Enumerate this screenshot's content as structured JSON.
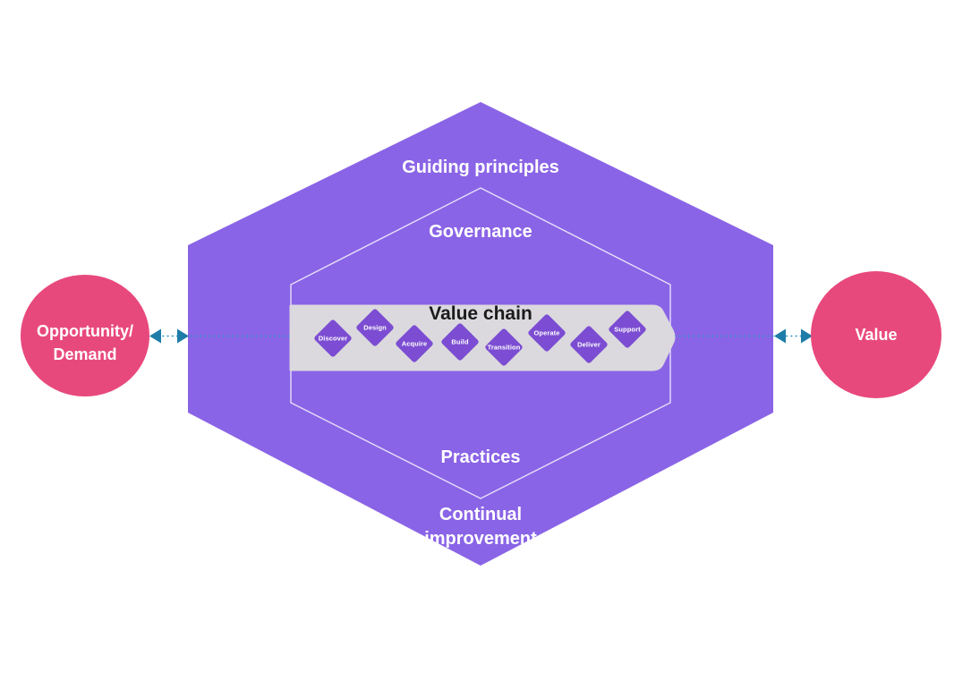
{
  "colors": {
    "hexagon": "#8a64e6",
    "inner_outline": "rgba(255,255,255,0.8)",
    "band": "#dbd9de",
    "diamond": "#7c4dd2",
    "circle": "#e8497d",
    "connector": "#1e7ca8",
    "connector_dots": "#2b93c9",
    "title_dark": "#1b1b1b",
    "text_light": "#ffffff"
  },
  "rings": {
    "guiding_principles": "Guiding principles",
    "governance": "Governance",
    "practices": "Practices",
    "continual_improvement": "Continual improvement"
  },
  "value_chain": {
    "title": "Value chain",
    "stages": [
      "Discover",
      "Design",
      "Acquire",
      "Build",
      "Transition",
      "Operate",
      "Deliver",
      "Support"
    ]
  },
  "left_circle": {
    "lines": [
      "Opportunity/",
      "Demand"
    ]
  },
  "right_circle": {
    "label": "Value"
  }
}
